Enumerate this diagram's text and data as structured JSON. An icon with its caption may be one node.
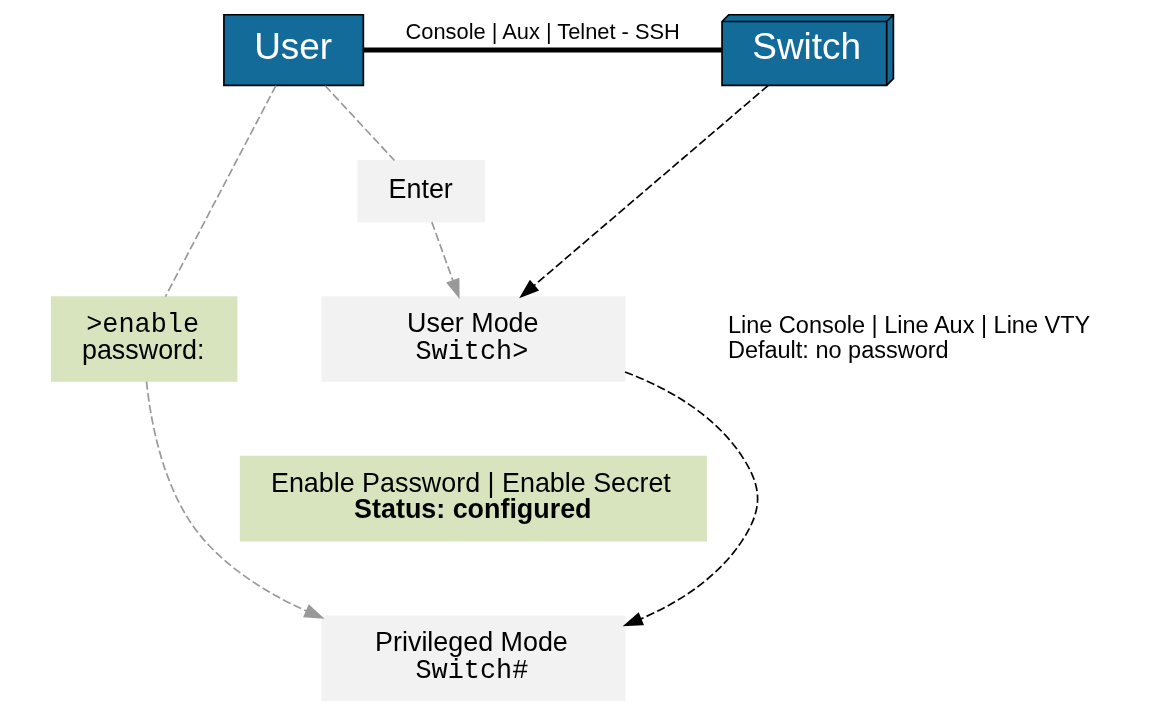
{
  "diagram": {
    "nodes": [
      {
        "text": [
          "User"
        ]
      },
      {
        "text": [
          "Switch"
        ]
      },
      {
        "text": [
          "Enter"
        ]
      },
      {
        "text": [
          ">enable",
          "password:"
        ]
      },
      {
        "text": [
          "User Mode",
          "Switch>"
        ]
      },
      {
        "text": [
          "Privileged Mode",
          "Switch#"
        ]
      },
      {
        "text": [
          "Enable Password | Enable Secret",
          "Status: configured"
        ]
      }
    ],
    "edges": [
      {
        "from": 0,
        "to": 1,
        "arrow": "none",
        "label": "Console | Aux | Telnet - SSH",
        "style": "thick",
        "color": "#000000"
      },
      {
        "from": 1,
        "to": 4,
        "arrow": "to",
        "style": "dashed",
        "color": "#000000"
      },
      {
        "from": 0,
        "to": 2,
        "arrow": "none",
        "style": "dashed"
      },
      {
        "from": 2,
        "to": 4,
        "arrow": "to",
        "style": "dashed"
      },
      {
        "from": 0,
        "to": 3,
        "arrow": "none",
        "style": "dashed"
      },
      {
        "from": 3,
        "to": 5,
        "arrow": "to",
        "style": "dashed"
      },
      {
        "from": 4,
        "to": 5,
        "arrow": "to",
        "style": "dashed",
        "color": "#000000"
      }
    ],
    "labels": [
      "Line Console | Line Aux | Line VTY",
      "Default: no password"
    ]
  }
}
